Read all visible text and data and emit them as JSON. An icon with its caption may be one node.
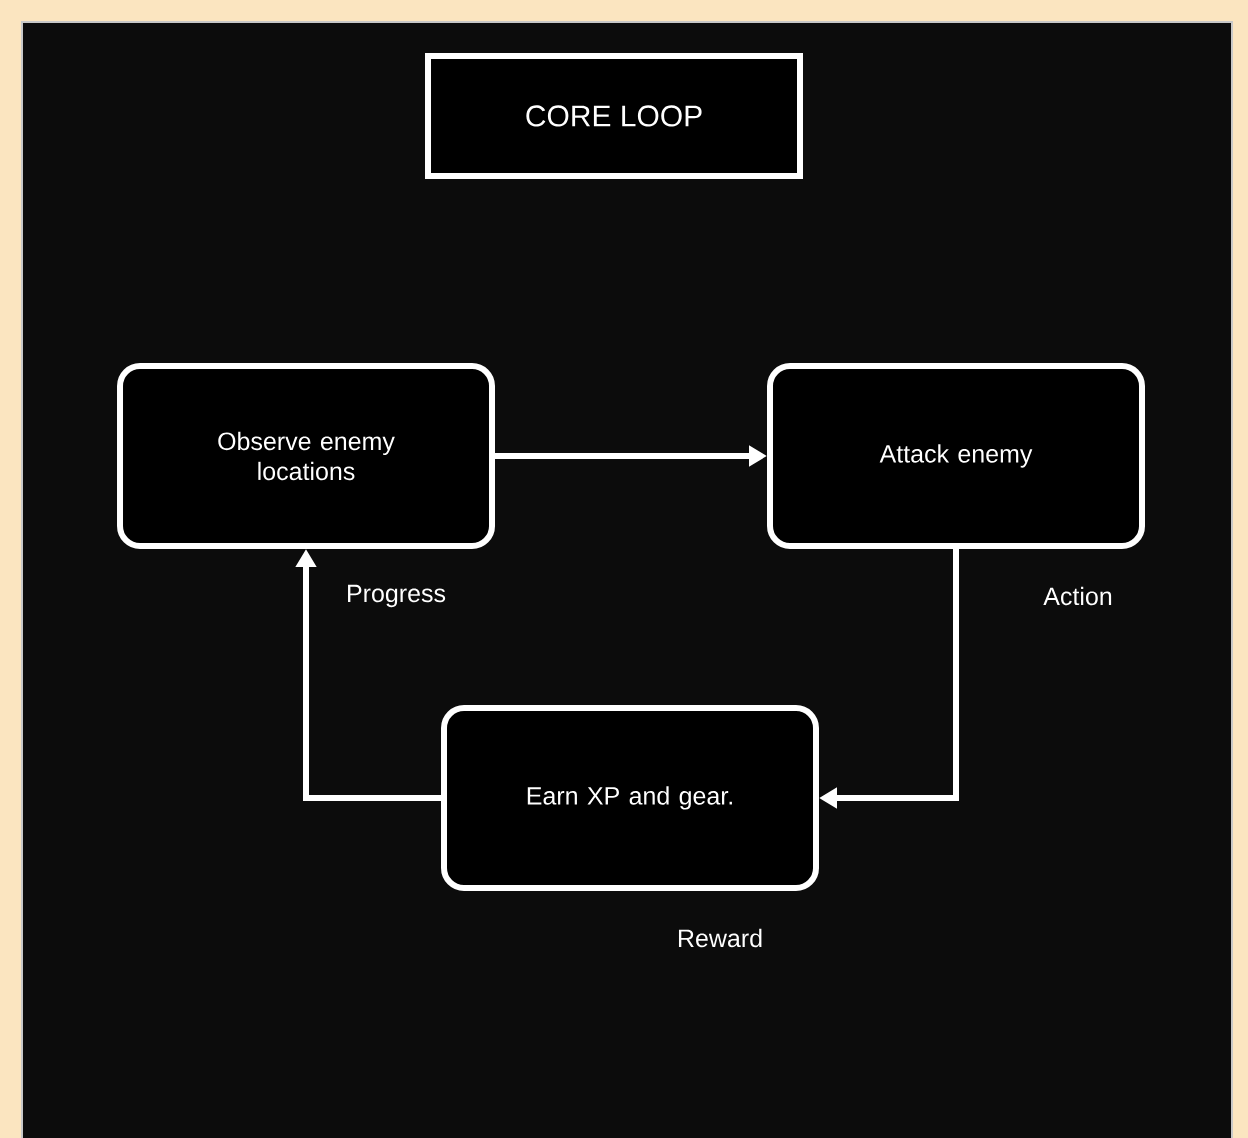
{
  "diagram": {
    "title": "CORE LOOP",
    "nodes": [
      {
        "text": [
          "Observe enemy locations"
        ],
        "beside": [
          "Progress"
        ]
      },
      {
        "text": [
          "Attack enemy"
        ],
        "beside": [
          "Action"
        ]
      },
      {
        "text": [
          "Earn XP and gear."
        ],
        "beside": [
          "Reward"
        ]
      }
    ],
    "edges": [
      {
        "from": 0,
        "to": 1,
        "arrow": "to"
      },
      {
        "from": 1,
        "to": 2,
        "arrow": "to"
      },
      {
        "from": 2,
        "to": 0,
        "arrow": "to"
      }
    ]
  }
}
